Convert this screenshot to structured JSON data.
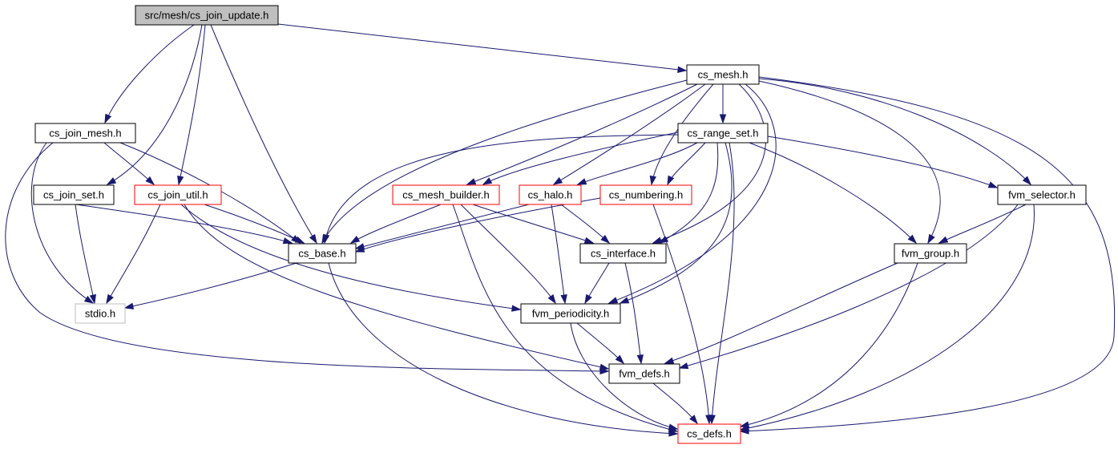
{
  "diagram": {
    "type": "include-dependency-graph",
    "colors": {
      "edge": "#191970",
      "root_fill": "#bfbfbf",
      "border_normal": "#000000",
      "border_external": "#ff0000",
      "border_system": "#bfbfbf",
      "node_fill": "#ffffff"
    },
    "nodes": [
      {
        "id": "cs_join_update_h",
        "label": "src/mesh/cs_join_update.h",
        "kind": "root"
      },
      {
        "id": "cs_mesh_h",
        "label": "cs_mesh.h",
        "kind": "normal"
      },
      {
        "id": "cs_join_mesh_h",
        "label": "cs_join_mesh.h",
        "kind": "normal"
      },
      {
        "id": "cs_range_set_h",
        "label": "cs_range_set.h",
        "kind": "normal"
      },
      {
        "id": "cs_join_set_h",
        "label": "cs_join_set.h",
        "kind": "normal"
      },
      {
        "id": "cs_join_util_h",
        "label": "cs_join_util.h",
        "kind": "external"
      },
      {
        "id": "cs_mesh_builder_h",
        "label": "cs_mesh_builder.h",
        "kind": "external"
      },
      {
        "id": "cs_halo_h",
        "label": "cs_halo.h",
        "kind": "external"
      },
      {
        "id": "cs_numbering_h",
        "label": "cs_numbering.h",
        "kind": "external"
      },
      {
        "id": "fvm_selector_h",
        "label": "fvm_selector.h",
        "kind": "normal"
      },
      {
        "id": "cs_base_h",
        "label": "cs_base.h",
        "kind": "normal"
      },
      {
        "id": "cs_interface_h",
        "label": "cs_interface.h",
        "kind": "normal"
      },
      {
        "id": "fvm_group_h",
        "label": "fvm_group.h",
        "kind": "normal"
      },
      {
        "id": "stdio_h",
        "label": "stdio.h",
        "kind": "system"
      },
      {
        "id": "fvm_periodicity_h",
        "label": "fvm_periodicity.h",
        "kind": "normal"
      },
      {
        "id": "fvm_defs_h",
        "label": "fvm_defs.h",
        "kind": "normal"
      },
      {
        "id": "cs_defs_h",
        "label": "cs_defs.h",
        "kind": "external"
      }
    ],
    "edges": [
      {
        "from": "cs_join_update_h",
        "to": "cs_mesh_h"
      },
      {
        "from": "cs_join_update_h",
        "to": "cs_join_mesh_h"
      },
      {
        "from": "cs_join_update_h",
        "to": "cs_join_set_h"
      },
      {
        "from": "cs_join_update_h",
        "to": "cs_join_util_h"
      },
      {
        "from": "cs_join_update_h",
        "to": "cs_base_h"
      },
      {
        "from": "cs_mesh_h",
        "to": "cs_range_set_h"
      },
      {
        "from": "cs_mesh_h",
        "to": "cs_mesh_builder_h"
      },
      {
        "from": "cs_mesh_h",
        "to": "cs_halo_h"
      },
      {
        "from": "cs_mesh_h",
        "to": "cs_numbering_h"
      },
      {
        "from": "cs_mesh_h",
        "to": "fvm_selector_h"
      },
      {
        "from": "cs_mesh_h",
        "to": "cs_base_h"
      },
      {
        "from": "cs_mesh_h",
        "to": "cs_interface_h"
      },
      {
        "from": "cs_mesh_h",
        "to": "fvm_group_h"
      },
      {
        "from": "cs_mesh_h",
        "to": "fvm_periodicity_h"
      },
      {
        "from": "cs_mesh_h",
        "to": "cs_defs_h"
      },
      {
        "from": "cs_join_mesh_h",
        "to": "cs_join_util_h"
      },
      {
        "from": "cs_join_mesh_h",
        "to": "cs_base_h"
      },
      {
        "from": "cs_join_mesh_h",
        "to": "stdio_h"
      },
      {
        "from": "cs_join_mesh_h",
        "to": "fvm_defs_h"
      },
      {
        "from": "cs_join_set_h",
        "to": "cs_base_h"
      },
      {
        "from": "cs_join_set_h",
        "to": "stdio_h"
      },
      {
        "from": "cs_join_util_h",
        "to": "cs_base_h"
      },
      {
        "from": "cs_join_util_h",
        "to": "stdio_h"
      },
      {
        "from": "cs_join_util_h",
        "to": "fvm_periodicity_h"
      },
      {
        "from": "cs_join_util_h",
        "to": "fvm_defs_h"
      },
      {
        "from": "cs_range_set_h",
        "to": "cs_mesh_builder_h"
      },
      {
        "from": "cs_range_set_h",
        "to": "cs_halo_h"
      },
      {
        "from": "cs_range_set_h",
        "to": "cs_numbering_h"
      },
      {
        "from": "cs_range_set_h",
        "to": "fvm_selector_h"
      },
      {
        "from": "cs_range_set_h",
        "to": "cs_base_h"
      },
      {
        "from": "cs_range_set_h",
        "to": "cs_interface_h"
      },
      {
        "from": "cs_range_set_h",
        "to": "fvm_group_h"
      },
      {
        "from": "cs_range_set_h",
        "to": "fvm_periodicity_h"
      },
      {
        "from": "cs_range_set_h",
        "to": "cs_defs_h"
      },
      {
        "from": "cs_mesh_builder_h",
        "to": "cs_base_h"
      },
      {
        "from": "cs_mesh_builder_h",
        "to": "cs_interface_h"
      },
      {
        "from": "cs_mesh_builder_h",
        "to": "fvm_periodicity_h"
      },
      {
        "from": "cs_mesh_builder_h",
        "to": "cs_defs_h"
      },
      {
        "from": "cs_halo_h",
        "to": "cs_base_h"
      },
      {
        "from": "cs_halo_h",
        "to": "cs_interface_h"
      },
      {
        "from": "cs_halo_h",
        "to": "fvm_periodicity_h"
      },
      {
        "from": "cs_numbering_h",
        "to": "cs_base_h"
      },
      {
        "from": "cs_numbering_h",
        "to": "cs_defs_h"
      },
      {
        "from": "fvm_selector_h",
        "to": "fvm_group_h"
      },
      {
        "from": "fvm_selector_h",
        "to": "fvm_defs_h"
      },
      {
        "from": "fvm_selector_h",
        "to": "cs_defs_h"
      },
      {
        "from": "cs_base_h",
        "to": "stdio_h"
      },
      {
        "from": "cs_base_h",
        "to": "cs_defs_h"
      },
      {
        "from": "cs_interface_h",
        "to": "fvm_periodicity_h"
      },
      {
        "from": "cs_interface_h",
        "to": "fvm_defs_h"
      },
      {
        "from": "fvm_group_h",
        "to": "fvm_defs_h"
      },
      {
        "from": "fvm_group_h",
        "to": "cs_defs_h"
      },
      {
        "from": "fvm_periodicity_h",
        "to": "fvm_defs_h"
      },
      {
        "from": "fvm_periodicity_h",
        "to": "cs_defs_h"
      },
      {
        "from": "fvm_defs_h",
        "to": "cs_defs_h"
      }
    ]
  }
}
